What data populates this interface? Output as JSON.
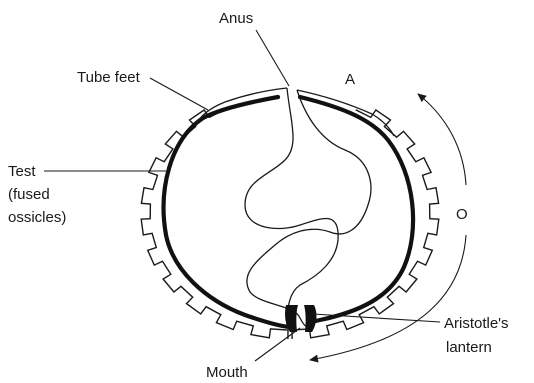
{
  "diagram": {
    "labels": {
      "anus": "Anus",
      "tube_feet": "Tube feet",
      "test_line1": "Test",
      "test_line2": "(fused",
      "test_line3": "ossicles)",
      "aristotle_line1": "Aristotle's",
      "aristotle_line2": "lantern",
      "mouth": "Mouth",
      "a": "A",
      "o": "O"
    },
    "colors": {
      "ink": "#1a1a1a",
      "background": "#ffffff"
    }
  }
}
